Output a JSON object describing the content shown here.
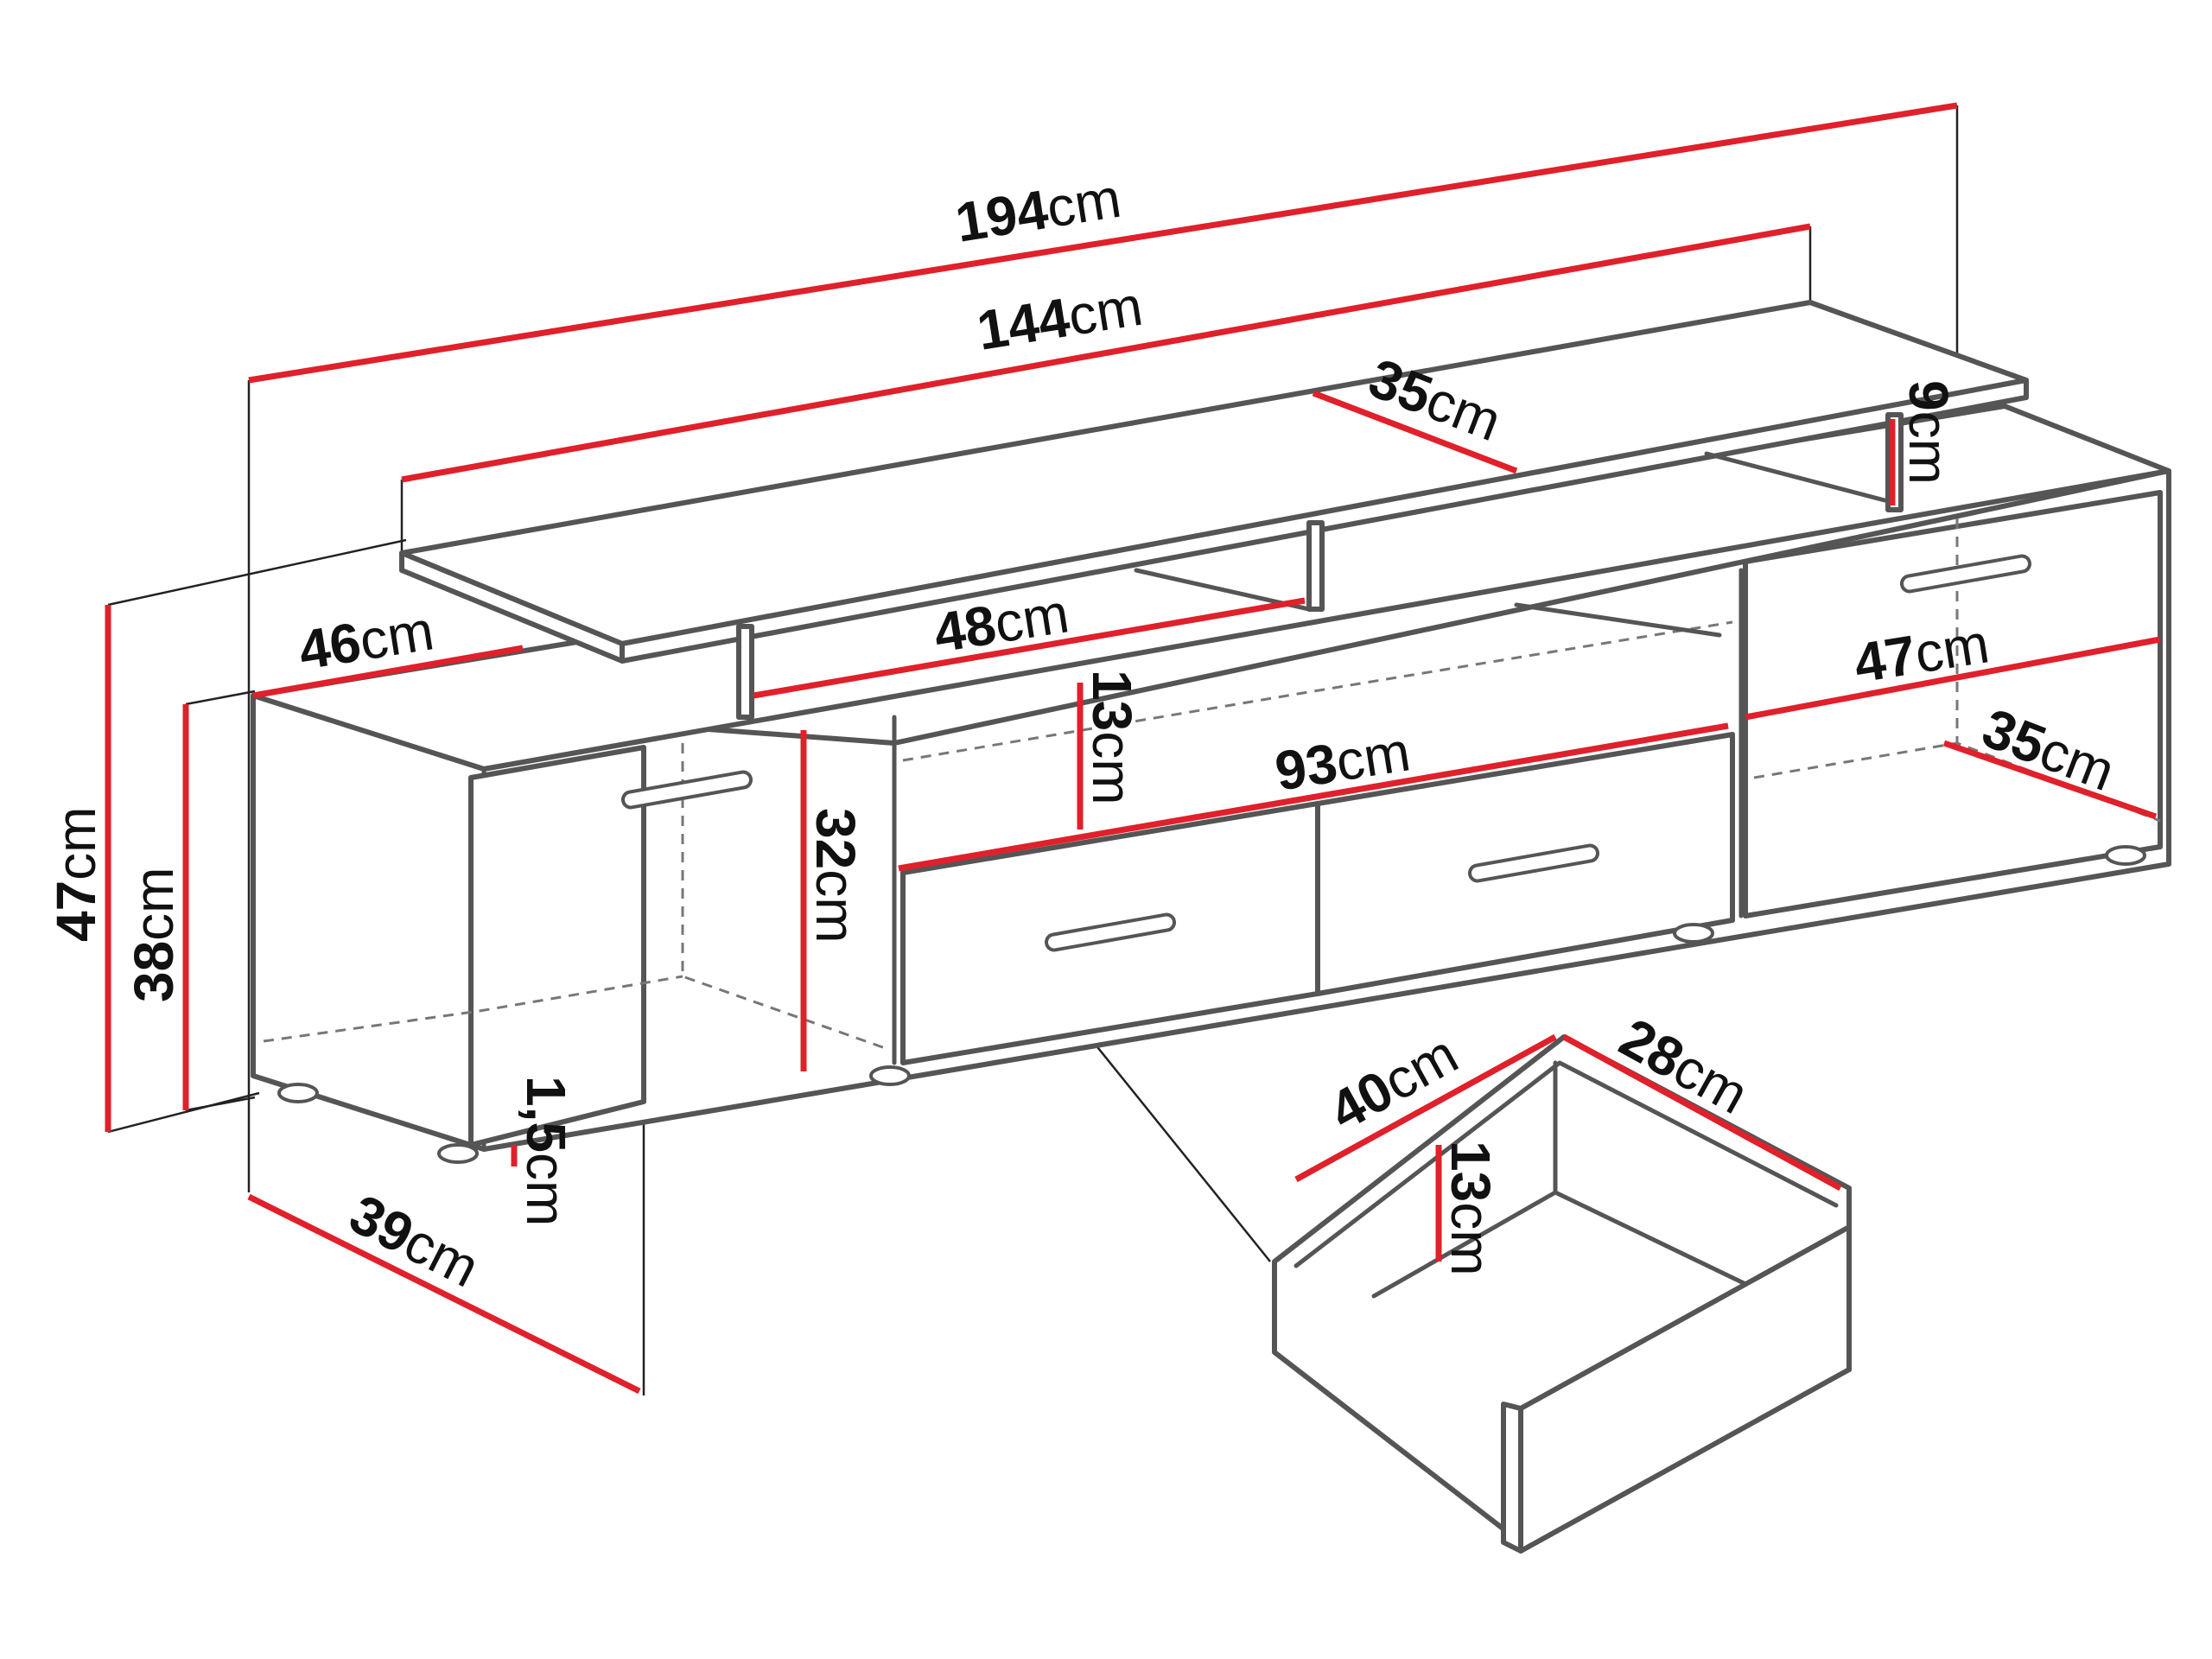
{
  "dimensions": {
    "total_width": {
      "value": "194",
      "unit": "cm"
    },
    "top_width": {
      "value": "144",
      "unit": "cm"
    },
    "top_depth": {
      "value": "35",
      "unit": "cm"
    },
    "top_leg_height": {
      "value": "9",
      "unit": "cm"
    },
    "left_overhang": {
      "value": "46",
      "unit": "cm"
    },
    "shelf_width": {
      "value": "48",
      "unit": "cm"
    },
    "shelf_height": {
      "value": "13",
      "unit": "cm"
    },
    "drawer_section_width": {
      "value": "93",
      "unit": "cm"
    },
    "right_width": {
      "value": "47",
      "unit": "cm"
    },
    "right_depth": {
      "value": "35",
      "unit": "cm"
    },
    "total_height": {
      "value": "47",
      "unit": "cm"
    },
    "body_height": {
      "value": "38",
      "unit": "cm"
    },
    "cabinet_height": {
      "value": "32",
      "unit": "cm"
    },
    "foot_height": {
      "value": "1,5",
      "unit": "cm"
    },
    "body_depth": {
      "value": "39",
      "unit": "cm"
    },
    "drawer_width": {
      "value": "40",
      "unit": "cm"
    },
    "drawer_depth": {
      "value": "28",
      "unit": "cm"
    },
    "drawer_height": {
      "value": "13",
      "unit": "cm"
    }
  },
  "colors": {
    "dimension_line": "#e0202a",
    "outline": "#555555",
    "text": "#111111"
  }
}
